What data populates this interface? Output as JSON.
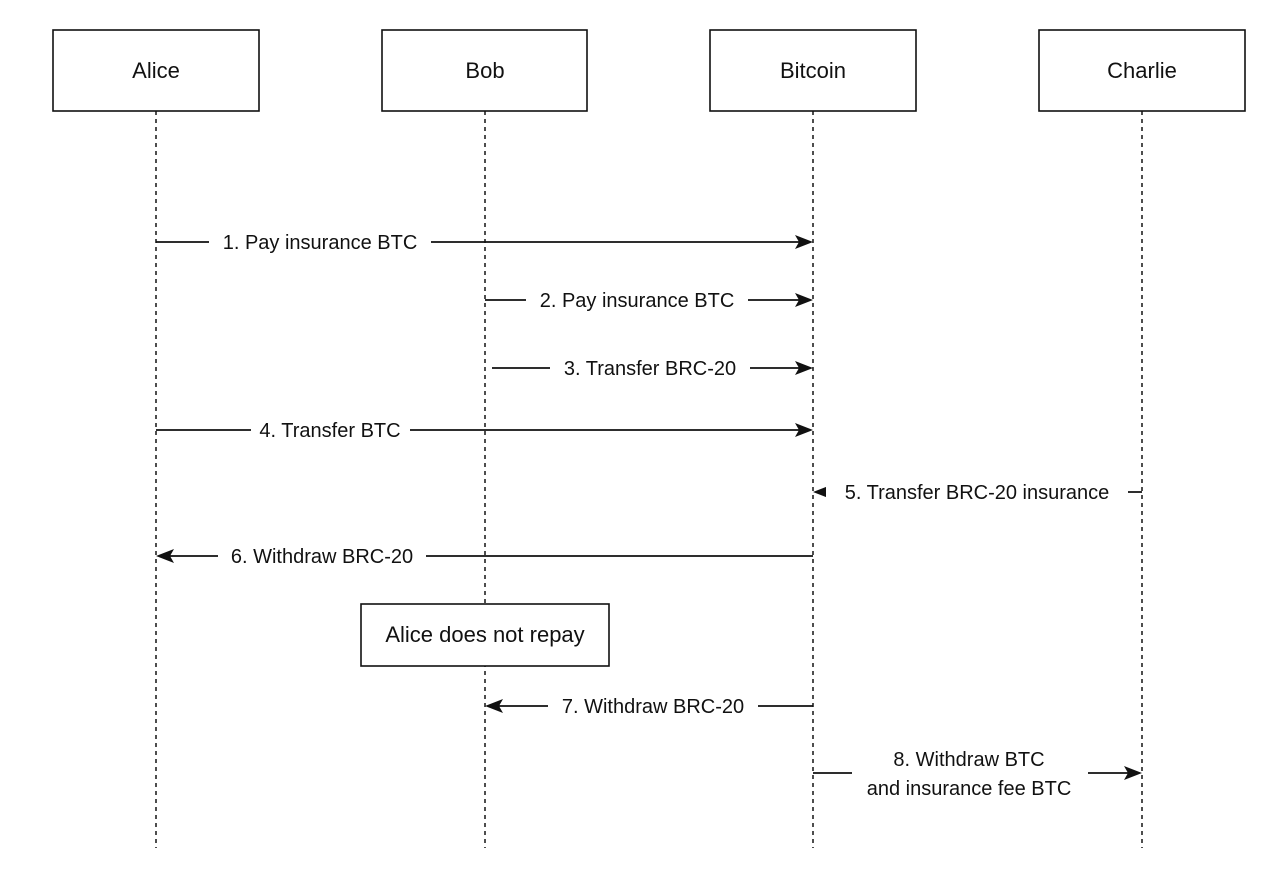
{
  "actors": [
    {
      "id": "alice",
      "label": "Alice"
    },
    {
      "id": "bob",
      "label": "Bob"
    },
    {
      "id": "bitcoin",
      "label": "Bitcoin"
    },
    {
      "id": "charlie",
      "label": "Charlie"
    }
  ],
  "messages": [
    {
      "from": "alice",
      "to": "bitcoin",
      "label": [
        "1. Pay insurance BTC"
      ]
    },
    {
      "from": "bob",
      "to": "bitcoin",
      "label": [
        "2. Pay insurance BTC"
      ]
    },
    {
      "from": "bob",
      "to": "bitcoin",
      "label": [
        "3. Transfer BRC-20"
      ]
    },
    {
      "from": "alice",
      "to": "bitcoin",
      "label": [
        "4. Transfer BTC"
      ]
    },
    {
      "from": "charlie",
      "to": "bitcoin",
      "label": [
        "5. Transfer BRC-20 insurance"
      ]
    },
    {
      "from": "bitcoin",
      "to": "alice",
      "label": [
        "6. Withdraw BRC-20"
      ]
    },
    {
      "from": "bitcoin",
      "to": "bob",
      "label": [
        "7. Withdraw BRC-20"
      ]
    },
    {
      "from": "bitcoin",
      "to": "charlie",
      "label": [
        "8. Withdraw BTC",
        "and insurance fee BTC"
      ]
    }
  ],
  "note": {
    "label": "Alice does not repay",
    "over": "bob"
  }
}
